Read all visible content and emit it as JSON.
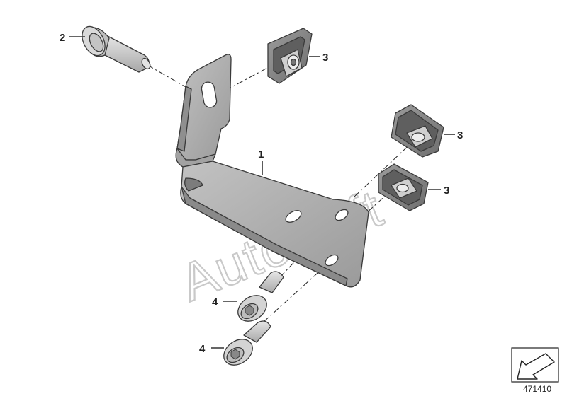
{
  "callouts": {
    "bracket": "1",
    "bolt_top": "2",
    "clip_nut_top": "3",
    "clip_nut_right_upper": "3",
    "clip_nut_right_lower": "3",
    "screw_upper": "4",
    "screw_lower": "4"
  },
  "watermark": "AutoSoft",
  "document_id": "471410",
  "icons": {
    "nav": "arrow-down-left-icon"
  },
  "colors": {
    "bracket_face": "#b3b3b3",
    "bracket_shade": "#8a8a8a",
    "fastener": "#cfcfcf",
    "watermark": "#c9c9c9",
    "ink": "#222222"
  }
}
